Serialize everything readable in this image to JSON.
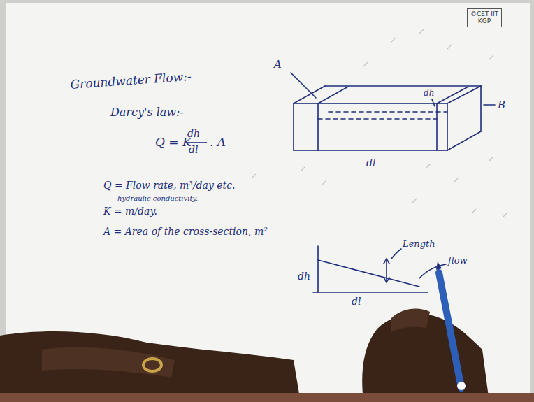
{
  "diagram": {
    "title": "Groundwater Flow:-",
    "nodes": [
      {
        "text": [
          "©CET IIT KGP"
        ]
      }
    ],
    "labels": [
      "A",
      "dh",
      "B",
      "dl",
      "Darcy's law:-",
      "Q = K.",
      "dh",
      "dl",
      ". A",
      "Q = Flow rate, m³/day etc.",
      "hydraulic conductivity,",
      "K = m/day.",
      "A = Area of the cross-section, m²",
      "dh",
      "dl",
      "Length",
      "flow"
    ]
  }
}
